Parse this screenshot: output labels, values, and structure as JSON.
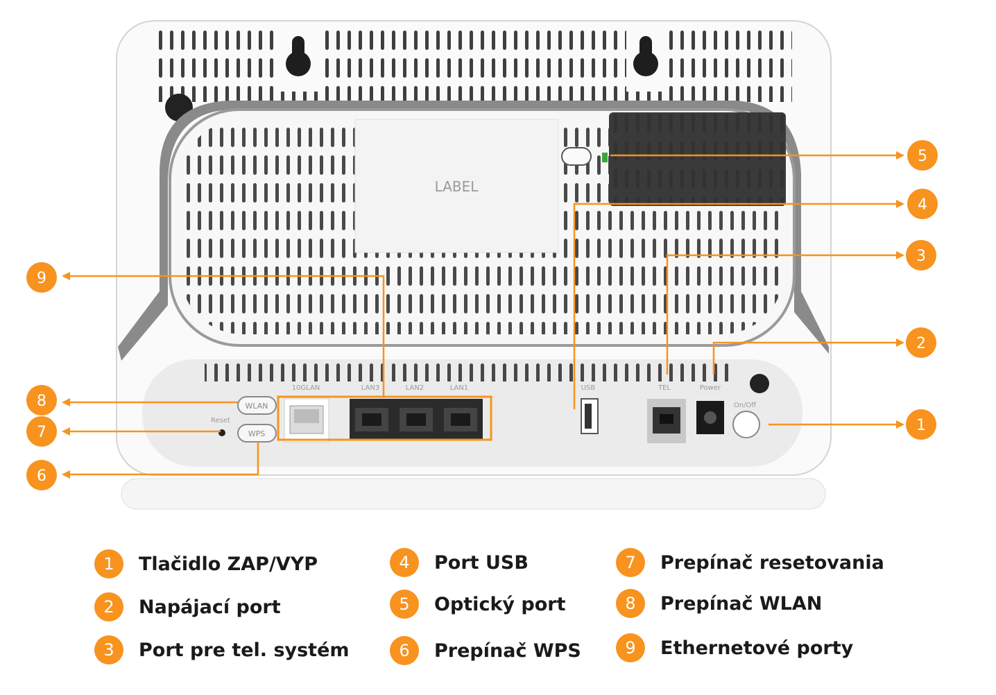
{
  "device": {
    "label_text": "LABEL",
    "ports": {
      "10glan": "10GLAN",
      "lan3": "LAN3",
      "lan2": "LAN2",
      "lan1": "LAN1",
      "usb": "USB",
      "tel": "TEL",
      "power": "Power",
      "onoff": "On/Off",
      "reset": "Reset",
      "wlan": "WLAN",
      "wps": "WPS"
    }
  },
  "callouts": [
    "5",
    "4",
    "3",
    "2",
    "1",
    "9",
    "8",
    "7",
    "6"
  ],
  "legend": [
    {
      "num": "1",
      "label": "Tlačidlo ZAP/VYP"
    },
    {
      "num": "2",
      "label": "Napájací port"
    },
    {
      "num": "3",
      "label": "Port pre tel. systém"
    },
    {
      "num": "4",
      "label": "Port USB"
    },
    {
      "num": "5",
      "label": "Optický port"
    },
    {
      "num": "6",
      "label": "Prepínač WPS"
    },
    {
      "num": "7",
      "label": "Prepínač resetovania"
    },
    {
      "num": "8",
      "label": "Prepínač WLAN"
    },
    {
      "num": "9",
      "label": "Ethernetové porty"
    }
  ],
  "colors": {
    "accent": "#F7931E",
    "device_body": "#f3f3f3",
    "frame_gray": "#8a8a8a"
  }
}
